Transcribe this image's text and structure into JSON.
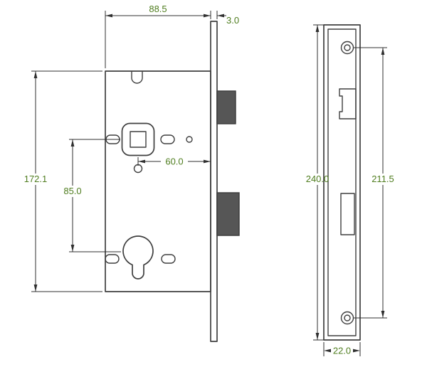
{
  "drawing": {
    "type": "technical-drawing",
    "subject": "mortise-lock",
    "side_view": {
      "dimensions": {
        "case_width": "88.5",
        "faceplate_thickness": "3.0",
        "case_height": "172.1",
        "spindle_to_cylinder": "85.0",
        "backset": "60.0"
      }
    },
    "faceplate_view": {
      "dimensions": {
        "plate_height": "240.0",
        "screw_spacing": "211.5",
        "plate_width": "22.0"
      }
    }
  },
  "colors": {
    "dimension_text": "#4f7d1f",
    "outline": "#3f3f3f",
    "bolt_fill": "#565656",
    "dimension_line": "#2f2f2f",
    "background": "#ffffff"
  }
}
